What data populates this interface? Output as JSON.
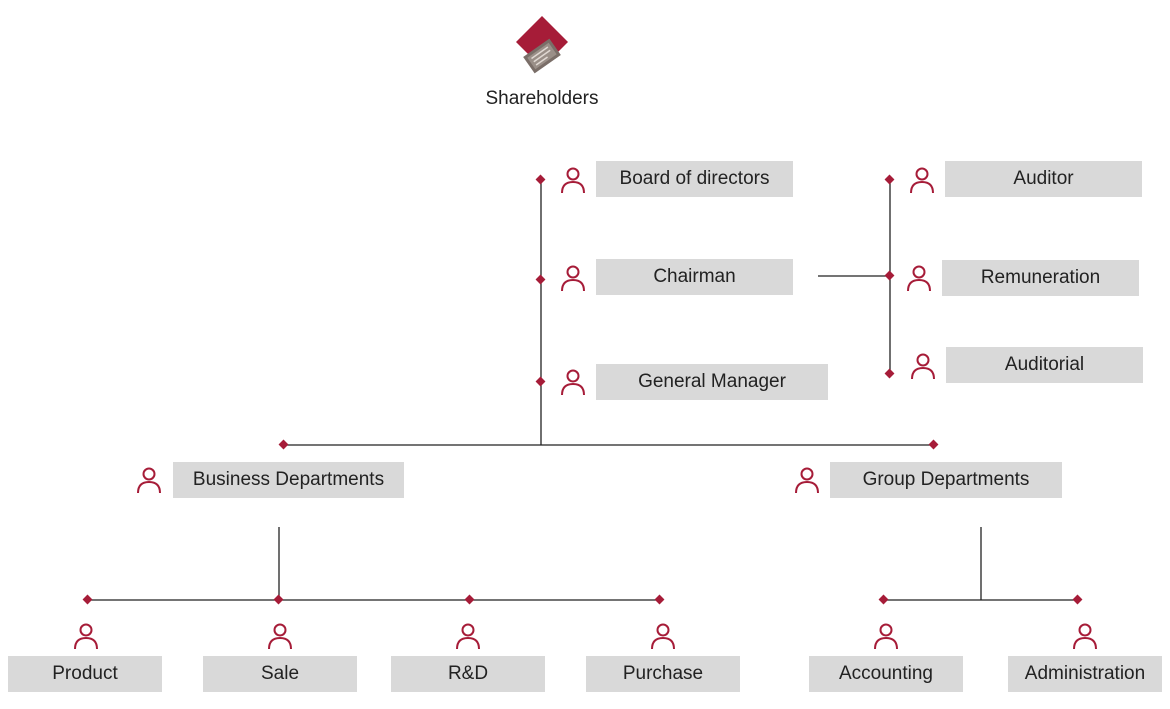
{
  "top": {
    "label": "Shareholders",
    "icon": "shareholders-logo-icon"
  },
  "main_chain": {
    "board": "Board of directors",
    "chairman": "Chairman",
    "general_manager": "General Manager"
  },
  "committees": {
    "auditor": "Auditor",
    "remuneration": "Remuneration",
    "auditorial": "Auditorial"
  },
  "departments": {
    "business": "Business Departments",
    "group": "Group Departments"
  },
  "business_units": [
    "Product",
    "Sale",
    "R&D",
    "Purchase"
  ],
  "group_units": [
    "Accounting",
    "Administration"
  ],
  "colors": {
    "accent": "#a61c38",
    "box": "#d9d9d9",
    "line": "#222222"
  }
}
